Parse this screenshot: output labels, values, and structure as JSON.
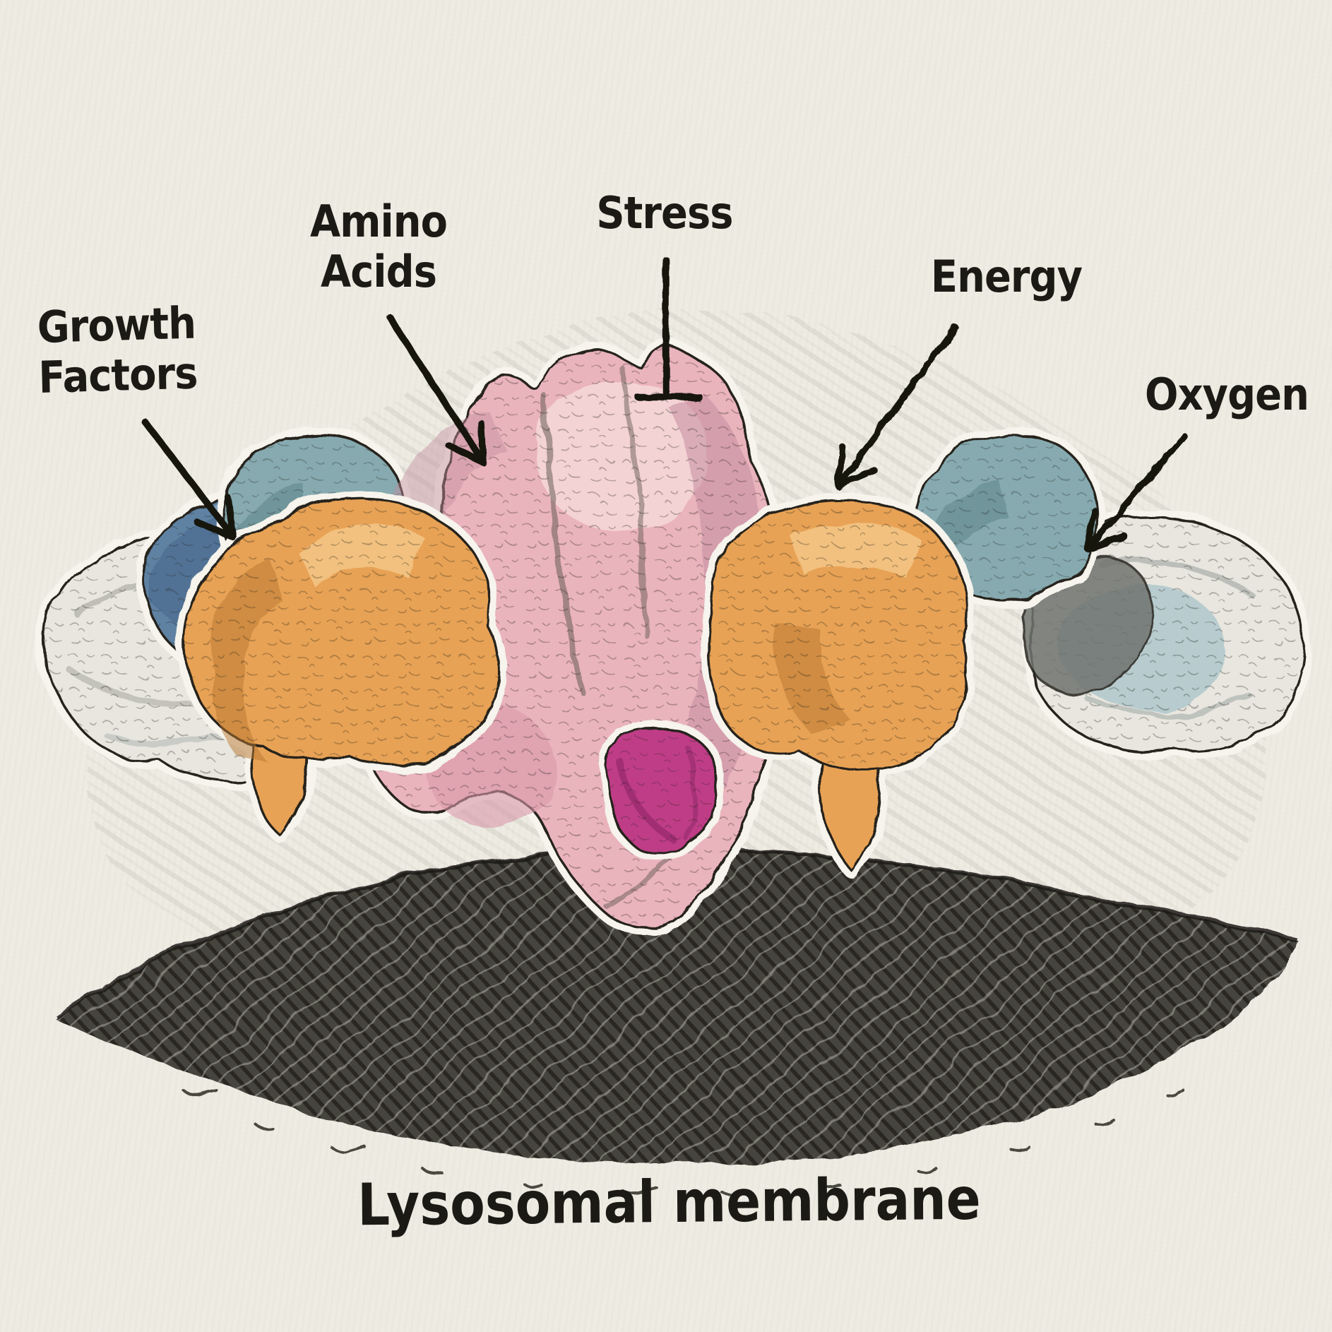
{
  "figure": {
    "caption": "Lysosomal membrane",
    "annotations": {
      "growth_factors": {
        "lines": [
          "Growth",
          "Factors"
        ],
        "connector": "arrow"
      },
      "amino_acids": {
        "lines": [
          "Amino",
          "Acids"
        ],
        "connector": "arrow"
      },
      "stress": {
        "text": "Stress",
        "connector": "inhibition-bar"
      },
      "energy": {
        "text": "Energy",
        "connector": "arrow"
      },
      "oxygen": {
        "text": "Oxygen",
        "connector": "arrow"
      }
    }
  },
  "colors": {
    "paper": "#edebe2",
    "ink": "#1c1a15",
    "pencil": "#b9b7ac",
    "pink": "#eab4bc",
    "pink_light": "#f6d8d8",
    "pink_mid": "#d898a8",
    "pink_dark": "#c38da0",
    "magenta": "#bf3c87",
    "magenta_dark": "#8e2766",
    "orange": "#e8a254",
    "orange_light": "#f4c98a",
    "orange_dark": "#b5762f",
    "teal": "#86aab0",
    "teal_dark": "#5d838a",
    "steel_blue": "#5f82a3",
    "steel_dark": "#47688c",
    "steel_light": "#93b0c9",
    "pale_blue": "#abc5ca",
    "pale_gray": "#e8e6de",
    "gray_wedge": "#70736f",
    "membrane": "#45443e",
    "membrane_dark": "#15140f",
    "membrane_light": "#cac8bb"
  }
}
